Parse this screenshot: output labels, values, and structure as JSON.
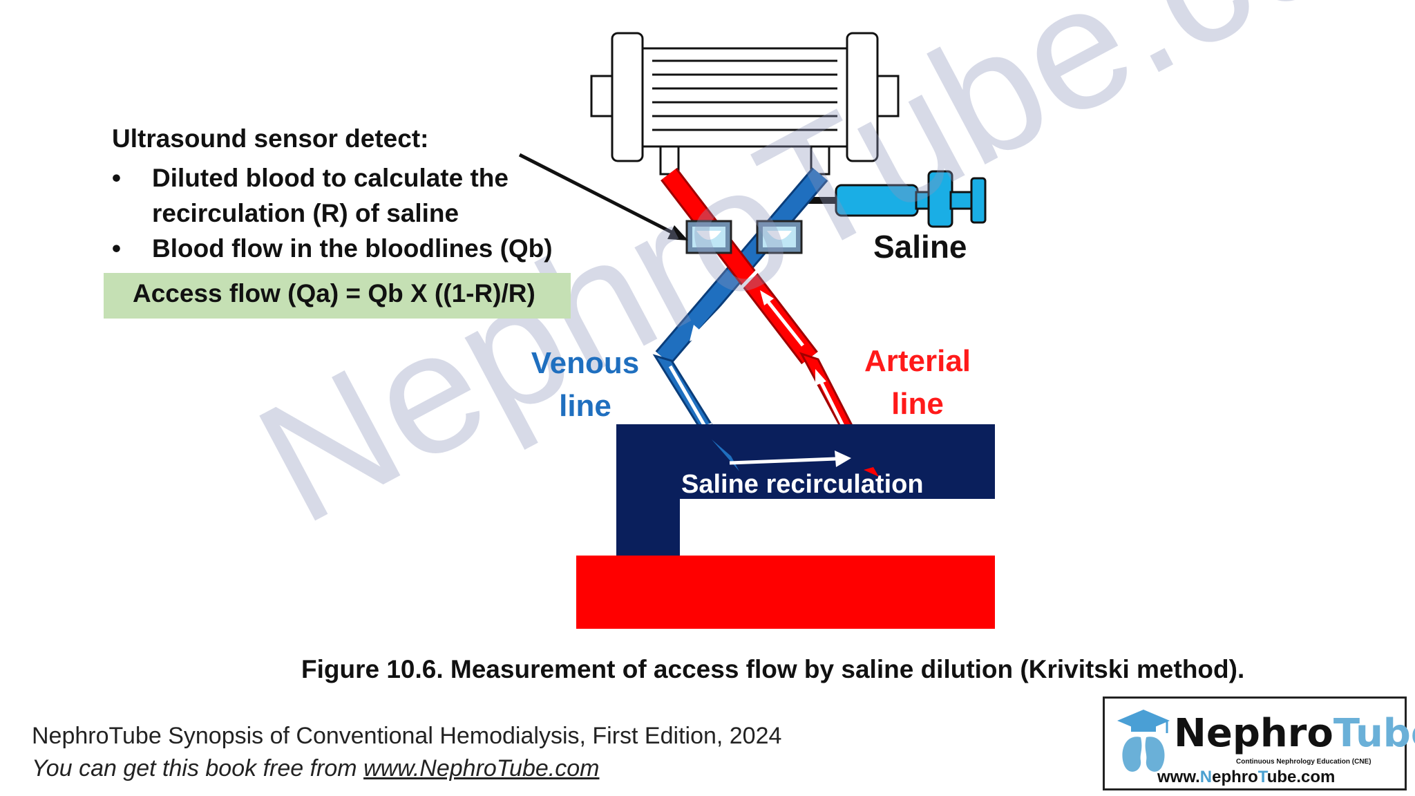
{
  "sensor_text": {
    "heading": "Ultrasound sensor detect:",
    "bullets": [
      {
        "marker": "•",
        "lines": [
          "Diluted blood to calculate the",
          "recirculation (R) of saline"
        ]
      },
      {
        "marker": "•",
        "lines": [
          "Blood flow in the bloodlines (Qb)"
        ]
      }
    ]
  },
  "formula": "Access flow (Qa) = Qb  X ((1-R)/R)",
  "labels": {
    "saline": "Saline",
    "venous_line": "Venous line",
    "arterial_line": "Arterial line",
    "saline_recirculation": "Saline recirculation"
  },
  "caption": "Figure 10.6. Measurement of access flow by saline dilution (Krivitski method).",
  "footer": {
    "line1": "NephroTube Synopsis of Conventional Hemodialysis, First Edition, 2024",
    "line2_prefix": "You can get this book free from ",
    "line2_link": "www.NephroTube.com"
  },
  "watermark": "NephroTube.com",
  "logo": {
    "name_part1": "Nephro",
    "name_part2": "Tube",
    "subtitle": "Continuous Nephrology Education (CNE)",
    "url_part1": "www.",
    "url_part2": "N",
    "url_part3": "ephro",
    "url_part4": "T",
    "url_part5": "ube.com"
  },
  "colors": {
    "arterial": "#ff0000",
    "venous": "#1f6fbf",
    "access": "#0a1f5c",
    "syringe": "#1aaee5",
    "formula_bg": "#c5e0b4"
  }
}
